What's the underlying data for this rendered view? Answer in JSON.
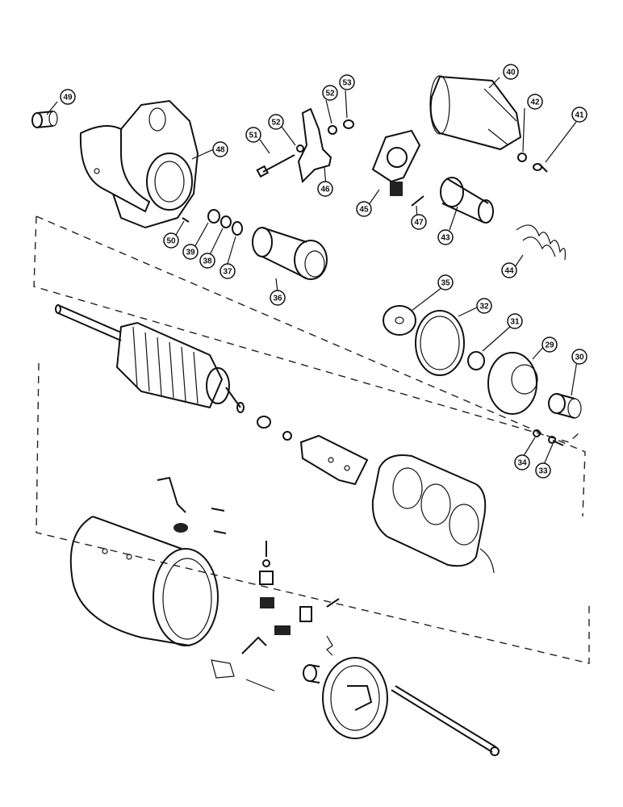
{
  "diagram": {
    "callouts": [
      {
        "id": "c49",
        "label": "49"
      },
      {
        "id": "c48",
        "label": "48"
      },
      {
        "id": "c51",
        "label": "51"
      },
      {
        "id": "c52a",
        "label": "52"
      },
      {
        "id": "c52b",
        "label": "52"
      },
      {
        "id": "c53",
        "label": "53"
      },
      {
        "id": "c46",
        "label": "46"
      },
      {
        "id": "c40",
        "label": "40"
      },
      {
        "id": "c42",
        "label": "42"
      },
      {
        "id": "c41",
        "label": "41"
      },
      {
        "id": "c45",
        "label": "45"
      },
      {
        "id": "c47",
        "label": "47"
      },
      {
        "id": "c43",
        "label": "43"
      },
      {
        "id": "c44",
        "label": "44"
      },
      {
        "id": "c50",
        "label": "50"
      },
      {
        "id": "c39",
        "label": "39"
      },
      {
        "id": "c38",
        "label": "38"
      },
      {
        "id": "c37",
        "label": "37"
      },
      {
        "id": "c36",
        "label": "36"
      },
      {
        "id": "c35",
        "label": "35"
      },
      {
        "id": "c32",
        "label": "32"
      },
      {
        "id": "c31",
        "label": "31"
      },
      {
        "id": "c29",
        "label": "29"
      },
      {
        "id": "c30",
        "label": "30"
      },
      {
        "id": "c34",
        "label": "34"
      },
      {
        "id": "c33",
        "label": "33"
      }
    ]
  }
}
